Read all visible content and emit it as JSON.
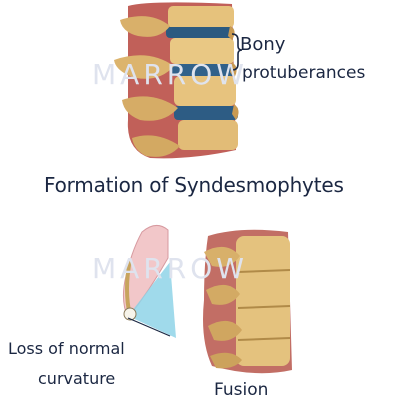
{
  "diagram": {
    "annotation_line1": "Bony",
    "annotation_line2": "protuberances",
    "top_caption": "Formation of Syndesmophytes",
    "loss_line1": "Loss of normal",
    "loss_line2": "curvature",
    "fusion_caption": "Fusion",
    "watermark": "MARROW"
  },
  "colors": {
    "ink": "#1b2742",
    "bone": "#d8b76c",
    "disc": "#2f5f86",
    "tissue": "#b0403c",
    "spine_body": "#e7c982",
    "curve_fill": "#8fd3e8"
  }
}
